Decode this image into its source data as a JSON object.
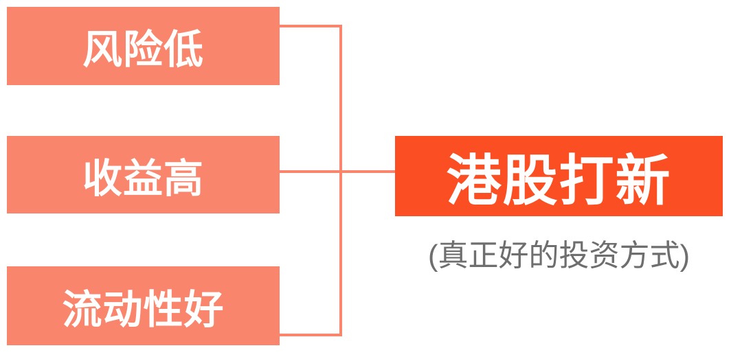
{
  "diagram": {
    "type": "mind-map",
    "background_color": "#ffffff",
    "colors": {
      "factor_box": "#F9866C",
      "connector_line": "#F9866C",
      "result_box": "#FB4F23",
      "box_text": "#FFFFFF",
      "subtitle_text": "#6E6E6E"
    },
    "factors": [
      {
        "label": "风险低"
      },
      {
        "label": "收益高"
      },
      {
        "label": "流动性好"
      }
    ],
    "result": {
      "title": "港股打新",
      "subtitle": "(真正好的投资方式)"
    }
  }
}
